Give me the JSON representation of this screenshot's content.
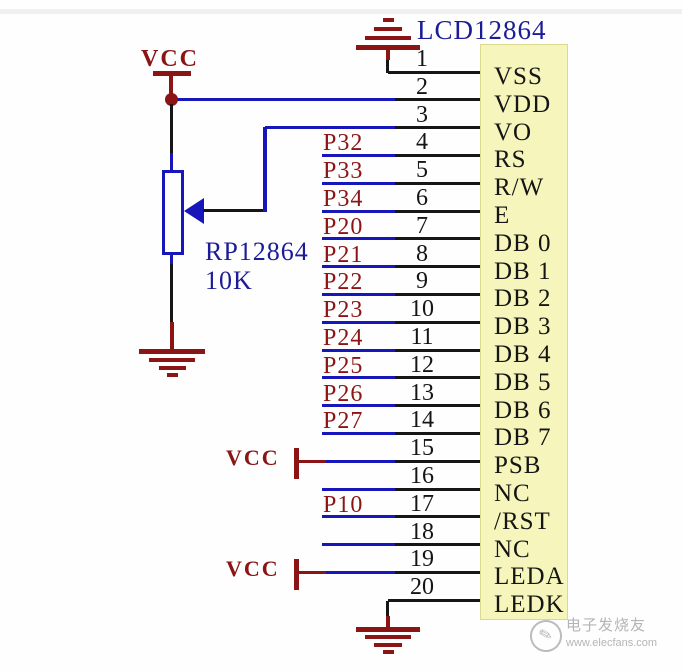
{
  "schematic": {
    "title": "LCD12864",
    "power_label": "VCC",
    "potentiometer": {
      "ref": "RP12864",
      "value": "10K"
    },
    "pins": [
      {
        "num": "1",
        "name": "VSS",
        "net": "",
        "conn": "gnd-top"
      },
      {
        "num": "2",
        "name": "VDD",
        "net": "",
        "conn": "vcc-rail"
      },
      {
        "num": "3",
        "name": "VO",
        "net": "",
        "conn": "wiper"
      },
      {
        "num": "4",
        "name": "RS",
        "net": "P32",
        "conn": "net"
      },
      {
        "num": "5",
        "name": "R/W",
        "net": "P33",
        "conn": "net"
      },
      {
        "num": "6",
        "name": "E",
        "net": "P34",
        "conn": "net"
      },
      {
        "num": "7",
        "name": "DB 0",
        "net": "P20",
        "conn": "net"
      },
      {
        "num": "8",
        "name": "DB 1",
        "net": "P21",
        "conn": "net"
      },
      {
        "num": "9",
        "name": "DB 2",
        "net": "P22",
        "conn": "net"
      },
      {
        "num": "10",
        "name": "DB 3",
        "net": "P23",
        "conn": "net"
      },
      {
        "num": "11",
        "name": "DB 4",
        "net": "P24",
        "conn": "net"
      },
      {
        "num": "12",
        "name": "DB 5",
        "net": "P25",
        "conn": "net"
      },
      {
        "num": "13",
        "name": "DB 6",
        "net": "P26",
        "conn": "net"
      },
      {
        "num": "14",
        "name": "DB 7",
        "net": "P27",
        "conn": "net"
      },
      {
        "num": "15",
        "name": "PSB",
        "net": "",
        "conn": "vcc"
      },
      {
        "num": "16",
        "name": "NC",
        "net": "",
        "conn": "net"
      },
      {
        "num": "17",
        "name": "/RST",
        "net": "P10",
        "conn": "net"
      },
      {
        "num": "18",
        "name": "NC",
        "net": "",
        "conn": "net"
      },
      {
        "num": "19",
        "name": "LEDA",
        "net": "",
        "conn": "vcc"
      },
      {
        "num": "20",
        "name": "LEDK",
        "net": "",
        "conn": "gnd-bot"
      }
    ],
    "watermark": {
      "brand": "电子发烧友",
      "url": "www.elecfans.com",
      "logo_glyph": "✎"
    },
    "colors": {
      "wire_blue": "#1616bb",
      "wire_black": "#161616",
      "maroon": "#8b1414",
      "text_blue": "#1c1c96",
      "box_fill": "#f6f6bc",
      "box_border": "#d9d98f"
    }
  }
}
